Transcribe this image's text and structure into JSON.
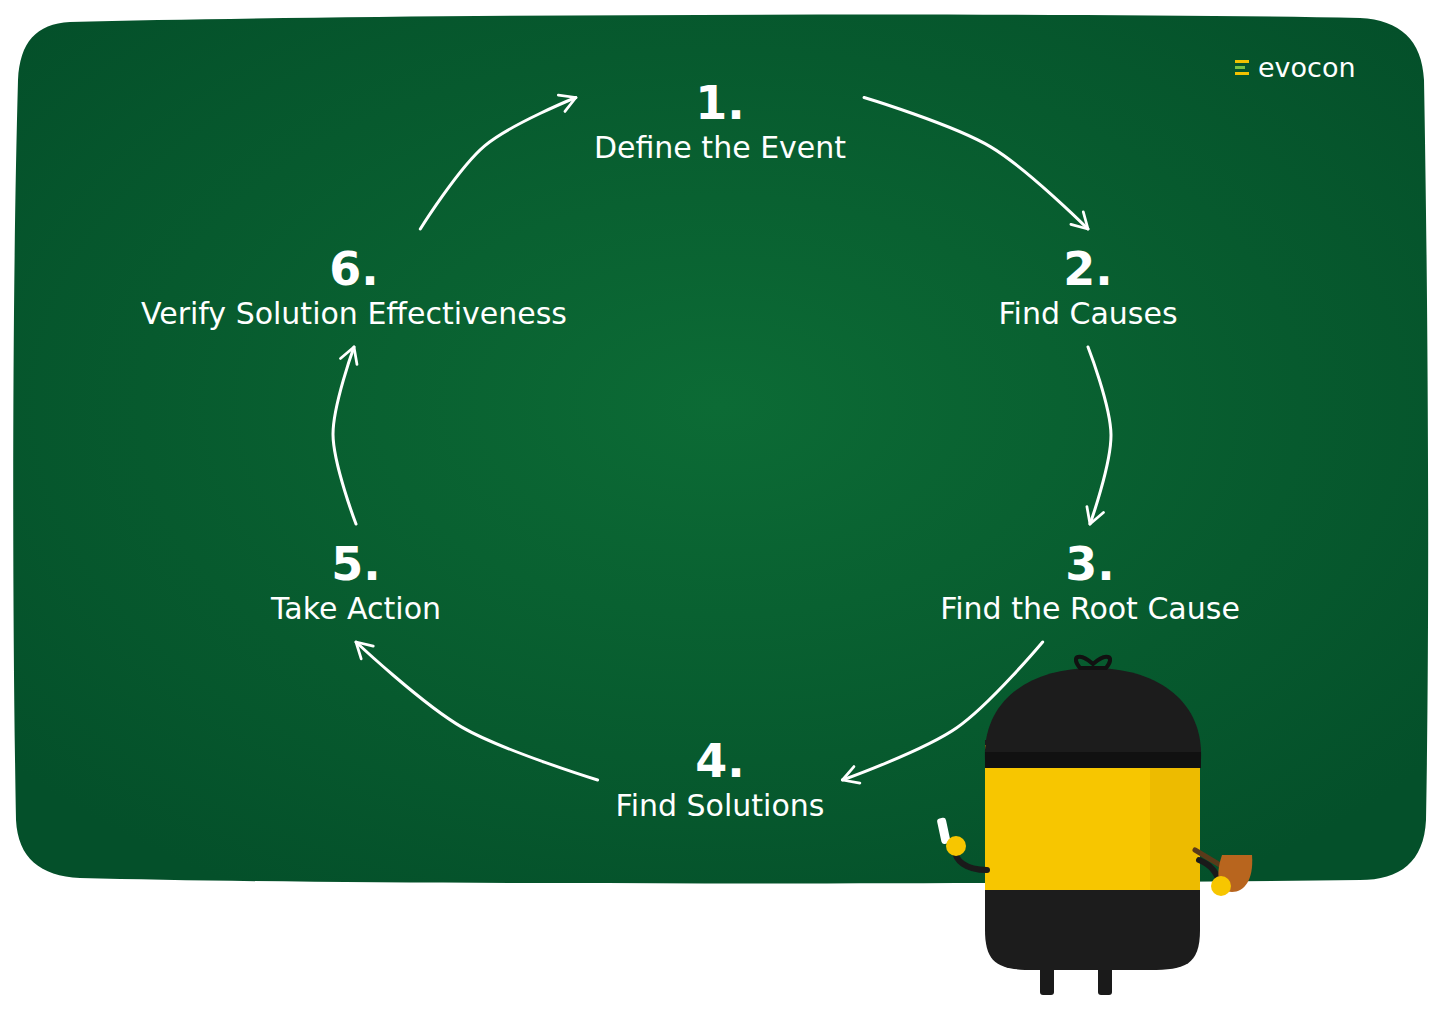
{
  "diagram": {
    "nodes": [
      {
        "text": [
          "1.",
          "Define the Event"
        ]
      },
      {
        "text": [
          "2.",
          "Find Causes"
        ]
      },
      {
        "text": [
          "3.",
          "Find the Root Cause"
        ]
      },
      {
        "text": [
          "4.",
          "Find Solutions"
        ]
      },
      {
        "text": [
          "5.",
          "Take Action"
        ]
      },
      {
        "text": [
          "6.",
          "Verify Solution Effectiveness"
        ]
      }
    ],
    "edges": [
      {
        "from": 0,
        "to": 1,
        "arrow": "to"
      },
      {
        "from": 1,
        "to": 2,
        "arrow": "to"
      },
      {
        "from": 2,
        "to": 3,
        "arrow": "to"
      },
      {
        "from": 3,
        "to": 4,
        "arrow": "to"
      },
      {
        "from": 4,
        "to": 5,
        "arrow": "to"
      },
      {
        "from": 5,
        "to": 0,
        "arrow": "to"
      }
    ],
    "labels": [
      "evocon"
    ]
  }
}
